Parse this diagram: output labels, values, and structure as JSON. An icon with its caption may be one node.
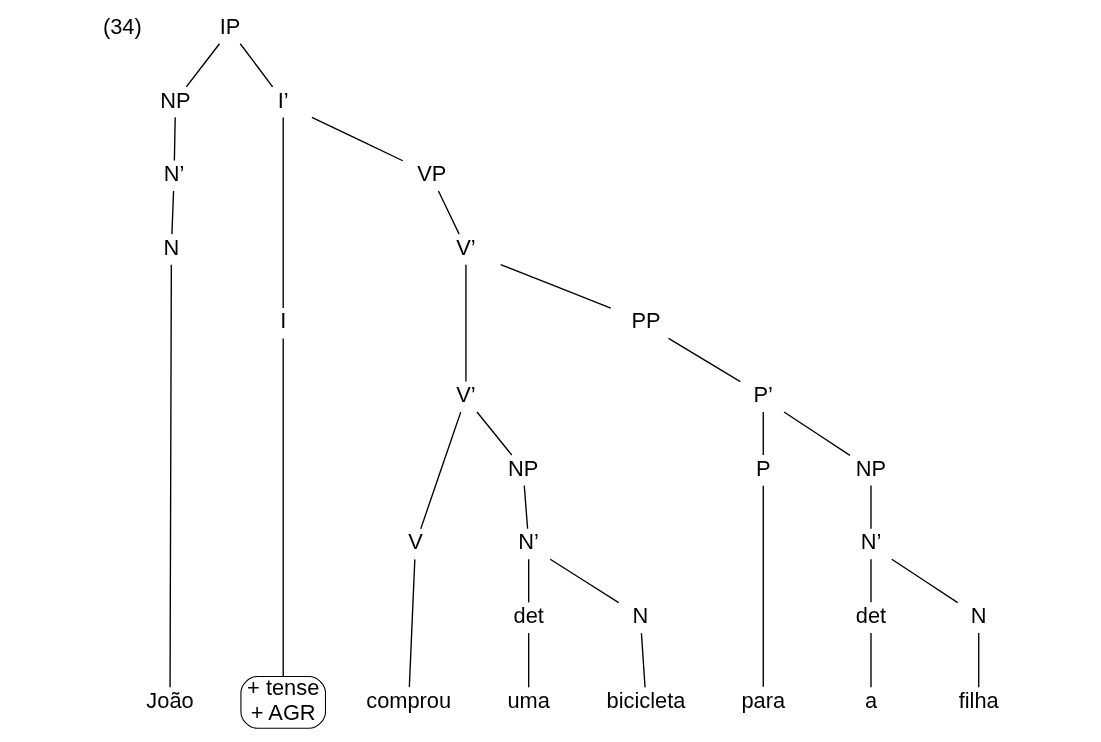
{
  "diagram": {
    "nodes": [
      {
        "text": [
          "IP"
        ]
      },
      {
        "text": [
          "NP"
        ]
      },
      {
        "text": [
          "I’"
        ]
      },
      {
        "text": [
          "VP"
        ]
      },
      {
        "text": [
          "V’"
        ]
      },
      {
        "text": [
          "N’"
        ]
      },
      {
        "text": [
          "I"
        ]
      },
      {
        "text": [
          "V’"
        ]
      },
      {
        "text": [
          "PP"
        ]
      },
      {
        "text": [
          "V"
        ]
      },
      {
        "text": [
          "P’"
        ]
      },
      {
        "text": [
          "NP"
        ]
      },
      {
        "text": [
          "P"
        ]
      },
      {
        "text": [
          "NP"
        ]
      },
      {
        "text": [
          "N"
        ]
      },
      {
        "text": [
          "+ tense",
          "+ AGR"
        ]
      },
      {
        "text": [
          "N’"
        ]
      },
      {
        "text": [
          "N’"
        ]
      },
      {
        "text": [
          "det"
        ]
      },
      {
        "text": [
          "N"
        ]
      },
      {
        "text": [
          "det"
        ]
      },
      {
        "text": [
          "N"
        ]
      },
      {
        "text": [
          "João"
        ]
      },
      {
        "text": [
          "comprou"
        ]
      },
      {
        "text": [
          "uma"
        ]
      },
      {
        "text": [
          "bicicleta"
        ]
      },
      {
        "text": [
          "para"
        ]
      },
      {
        "text": [
          "a"
        ]
      },
      {
        "text": [
          "filha"
        ]
      }
    ],
    "edges": [
      {
        "from": 0,
        "to": 1,
        "arrow": "none"
      },
      {
        "from": 0,
        "to": 2,
        "arrow": "none"
      },
      {
        "from": 1,
        "to": 5,
        "arrow": "none"
      },
      {
        "from": 5,
        "to": 14,
        "arrow": "none"
      },
      {
        "from": 14,
        "to": 22,
        "arrow": "none"
      },
      {
        "from": 2,
        "to": 6,
        "arrow": "none"
      },
      {
        "from": 2,
        "to": 3,
        "arrow": "none"
      },
      {
        "from": 6,
        "to": 15,
        "arrow": "none"
      },
      {
        "from": 3,
        "to": 4,
        "arrow": "none"
      },
      {
        "from": 4,
        "to": 7,
        "arrow": "none"
      },
      {
        "from": 4,
        "to": 8,
        "arrow": "none"
      },
      {
        "from": 7,
        "to": 9,
        "arrow": "none"
      },
      {
        "from": 7,
        "to": 11,
        "arrow": "none"
      },
      {
        "from": 9,
        "to": 23,
        "arrow": "none"
      },
      {
        "from": 11,
        "to": 16,
        "arrow": "none"
      },
      {
        "from": 16,
        "to": 18,
        "arrow": "none"
      },
      {
        "from": 16,
        "to": 19,
        "arrow": "none"
      },
      {
        "from": 18,
        "to": 24,
        "arrow": "none"
      },
      {
        "from": 19,
        "to": 25,
        "arrow": "none"
      },
      {
        "from": 8,
        "to": 10,
        "arrow": "none"
      },
      {
        "from": 10,
        "to": 12,
        "arrow": "none"
      },
      {
        "from": 10,
        "to": 13,
        "arrow": "none"
      },
      {
        "from": 12,
        "to": 26,
        "arrow": "none"
      },
      {
        "from": 13,
        "to": 17,
        "arrow": "none"
      },
      {
        "from": 17,
        "to": 20,
        "arrow": "none"
      },
      {
        "from": 17,
        "to": 21,
        "arrow": "none"
      },
      {
        "from": 20,
        "to": 27,
        "arrow": "none"
      },
      {
        "from": 21,
        "to": 28,
        "arrow": "none"
      }
    ],
    "labels": [
      "(34)"
    ]
  }
}
